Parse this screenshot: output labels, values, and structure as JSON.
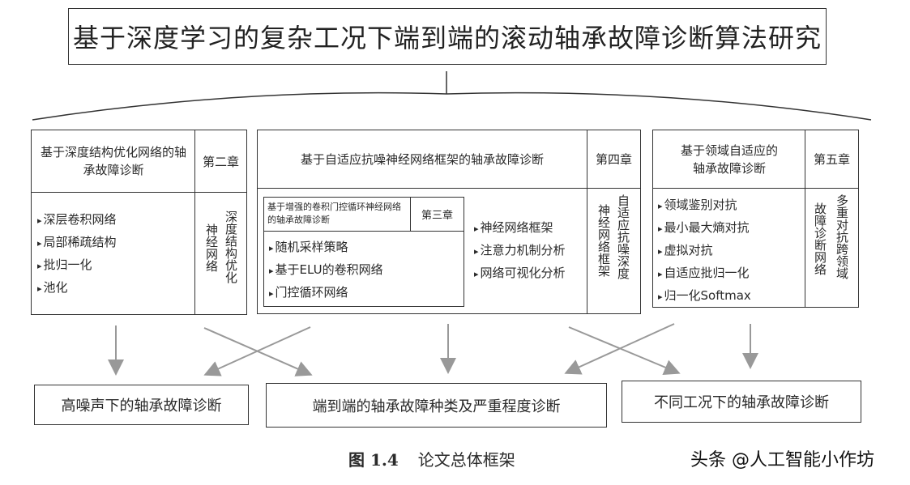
{
  "title": "基于深度学习的复杂工况下端到端的滚动轴承故障诊断算法研究",
  "chapter2": {
    "heading": "基于深度结构优化网络的轴承故障诊断",
    "chapter_label": "第二章",
    "items": [
      "深层卷积网络",
      "局部稀疏结构",
      "批归一化",
      "池化"
    ],
    "vertical_left": "神经网络",
    "vertical_right": "深度结构优化"
  },
  "chapter4": {
    "heading": "基于自适应抗噪神经网络框架的轴承故障诊断",
    "chapter_label": "第四章",
    "items": [
      "神经网络框架",
      "注意力机制分析",
      "网络可视化分析"
    ],
    "vertical_left": "神经网络框架",
    "vertical_right": "自适应抗噪深度"
  },
  "chapter3": {
    "heading": "基于增强的卷积门控循环神经网络的轴承故障诊断",
    "chapter_label": "第三章",
    "items": [
      "随机采样策略",
      "基于ELU的卷积网络",
      "门控循环网络"
    ]
  },
  "chapter5": {
    "heading": "基于领域自适应的轴承故障诊断",
    "chapter_label": "第五章",
    "items": [
      "领域鉴别对抗",
      "最小最大熵对抗",
      "虚拟对抗",
      "自适应批归一化",
      "归一化Softmax"
    ],
    "vertical_left": "故障诊断网络",
    "vertical_right": "多重对抗跨领域"
  },
  "outcomes": [
    "高噪声下的轴承故障诊断",
    "端到端的轴承故障种类及严重程度诊断",
    "不同工况下的轴承故障诊断"
  ],
  "caption": {
    "label": "图 1.4",
    "text": "论文总体框架"
  },
  "watermark": "头条 @人工智能小作坊"
}
